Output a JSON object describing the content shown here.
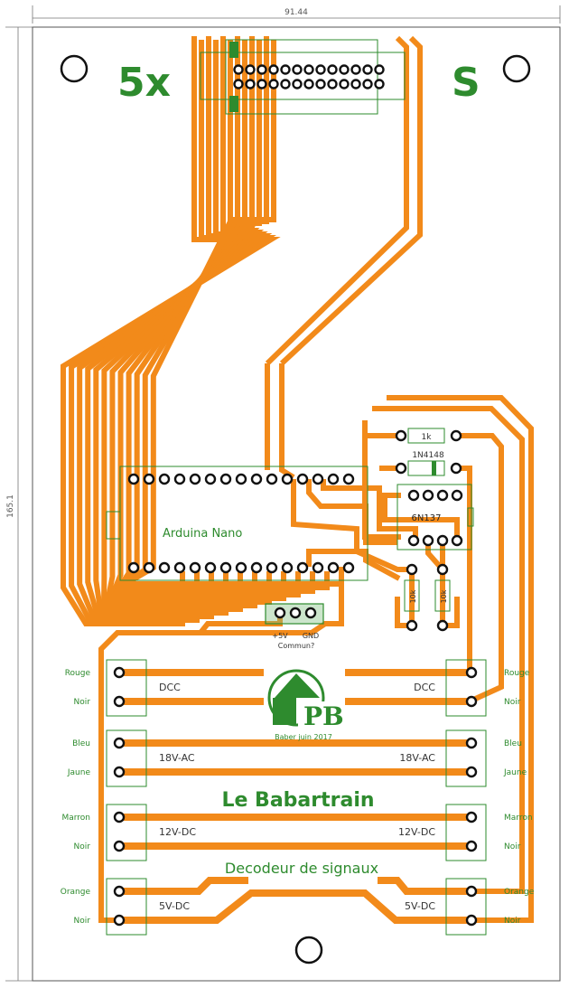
{
  "dimensions": {
    "width": "91.44",
    "height": "165.1"
  },
  "board": {
    "corner_left": "5x",
    "corner_right": "S",
    "arduino_label": "Arduina Nano",
    "opto_label": "6N137",
    "resistor_1k": "1k",
    "diode_label": "1N4148",
    "resistor_10k_a": "10k",
    "resistor_10k_b": "10k",
    "power_plus": "+5V",
    "power_gnd": "GND",
    "power_common": "Commun?",
    "logo_text": "PB",
    "credit": "Baber juin 2017",
    "title": "Le Babartrain",
    "subtitle": "Decodeur de signaux"
  },
  "rails": [
    {
      "left_wires": [
        "Rouge",
        "Noir"
      ],
      "right_wires": [
        "Rouge",
        "Noir"
      ],
      "label_left": "DCC",
      "label_right": "DCC"
    },
    {
      "left_wires": [
        "Bleu",
        "Jaune"
      ],
      "right_wires": [
        "Bleu",
        "Jaune"
      ],
      "label_left": "18V-AC",
      "label_right": "18V-AC"
    },
    {
      "left_wires": [
        "Marron",
        "Noir"
      ],
      "right_wires": [
        "Marron",
        "Noir"
      ],
      "label_left": "12V-DC",
      "label_right": "12V-DC"
    },
    {
      "left_wires": [
        "Orange",
        "Noir"
      ],
      "right_wires": [
        "Orange",
        "Noir"
      ],
      "label_left": "5V-DC",
      "label_right": "5V-DC"
    }
  ],
  "colors": {
    "trace": "#f28a1a",
    "silkscreen": "#2e8b2e",
    "pad": "#111111"
  }
}
